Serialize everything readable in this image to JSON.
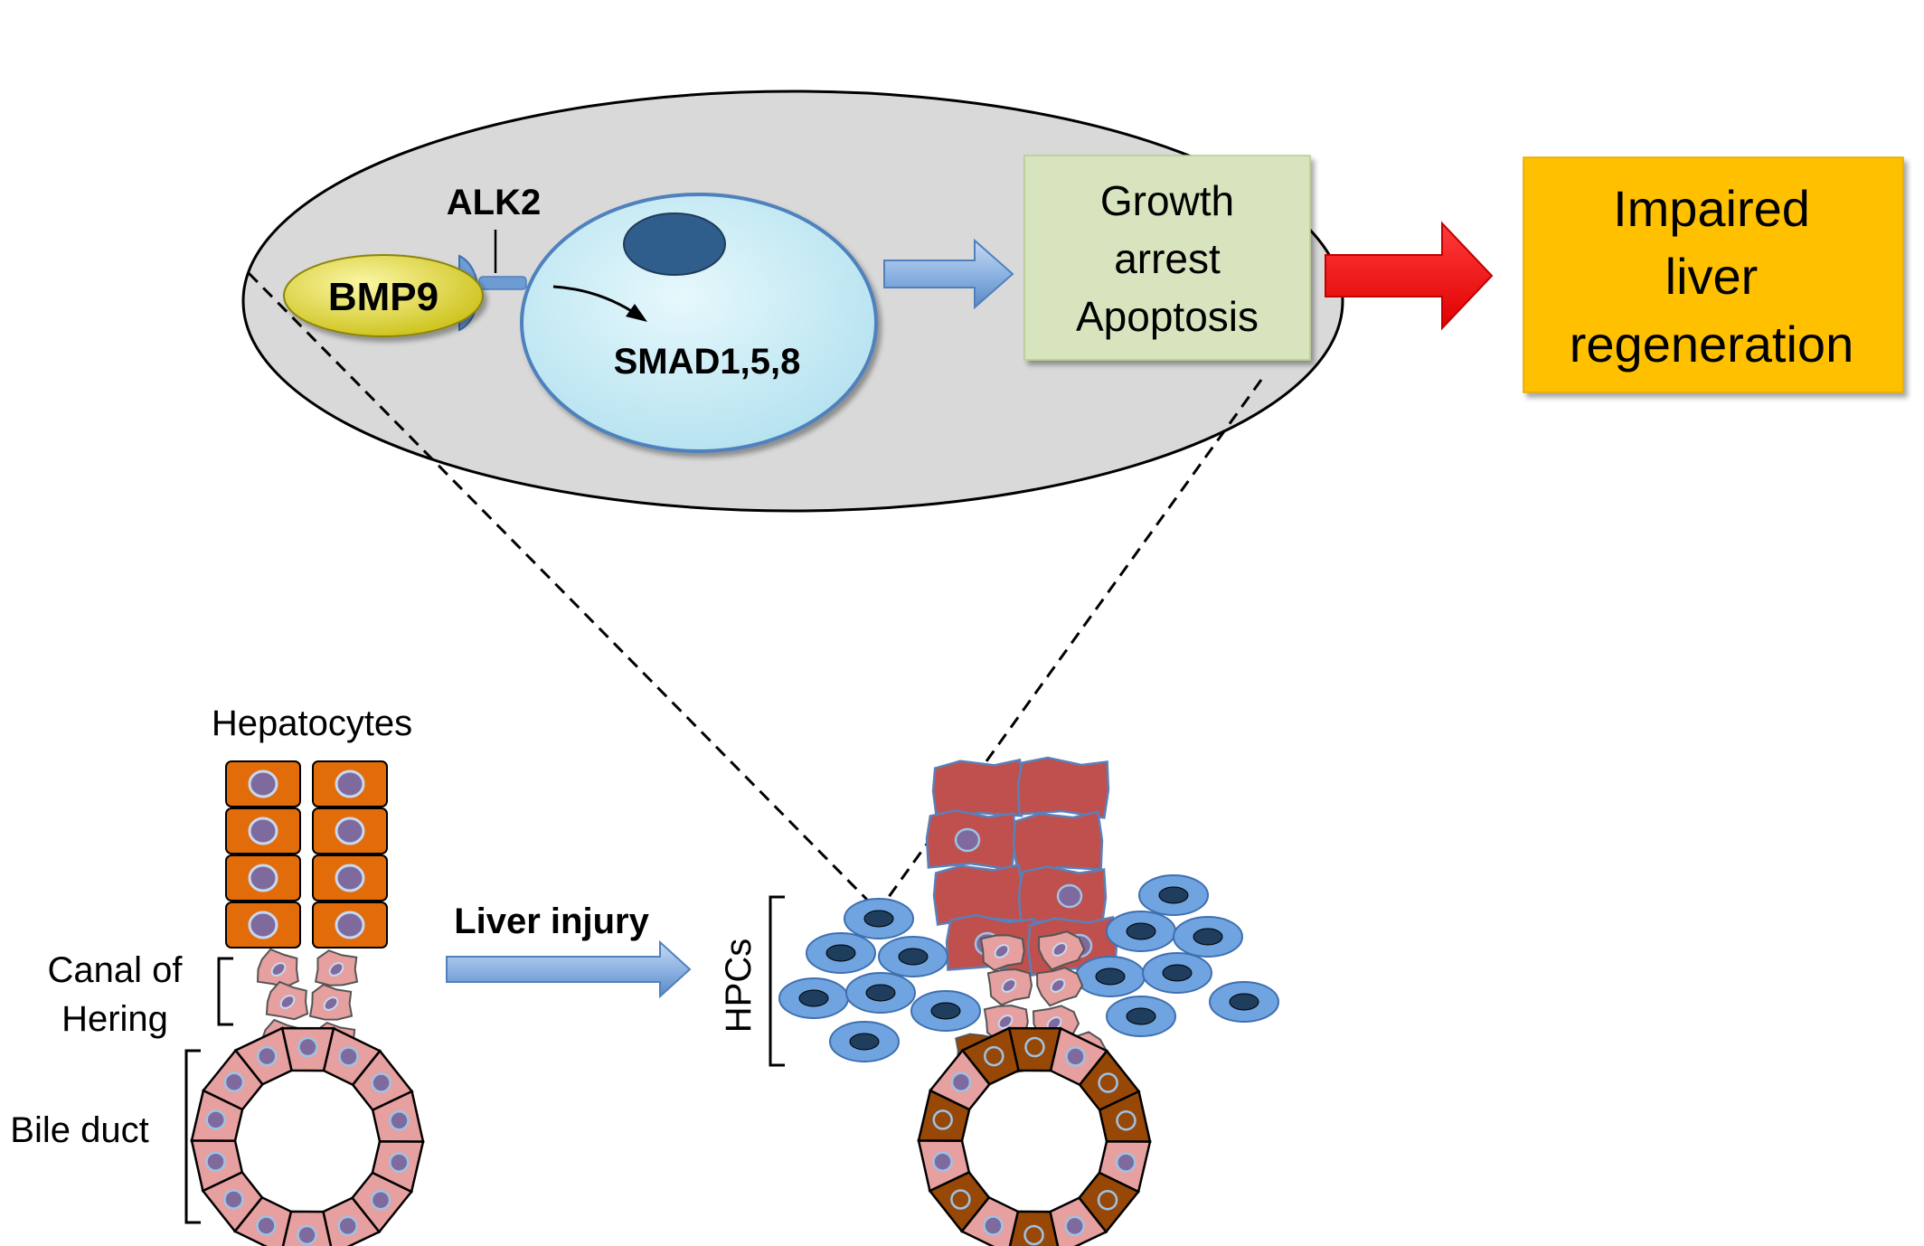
{
  "labels": {
    "bmp9": "BMP9",
    "alk2": "ALK2",
    "smad": "SMAD1,5,8",
    "growth_line1": "Growth",
    "growth_line2": "arrest",
    "growth_line3": "Apoptosis",
    "impaired_line1": "Impaired",
    "impaired_line2": "liver",
    "impaired_line3": "regeneration",
    "hepatocytes": "Hepatocytes",
    "canal_line1": "Canal of",
    "canal_line2": "Hering",
    "bile_duct": "Bile duct",
    "liver_injury": "Liver injury",
    "hpcs": "HPCs"
  },
  "colors": {
    "zoom_ellipse": "#d9d9d9",
    "cell_body": "#c5ecf5",
    "nucleus_dark": "#2f5d8c",
    "receptor": "#6d9bd4",
    "bmp9": "#e8e040",
    "growth_box": "#d7e4bd",
    "impaired_box": "#ffc000",
    "red_arrow": "#ff0000",
    "blue_arrow": "#8eb4e3",
    "hepatocyte": "#e36c0a",
    "hepatocyte_nucleus": "#7f6a9e",
    "cholangiocyte": "#e6a0a0",
    "damaged_hepatocyte": "#c0504d",
    "brown_cell": "#974806",
    "hpc": "#6fa4e0"
  }
}
